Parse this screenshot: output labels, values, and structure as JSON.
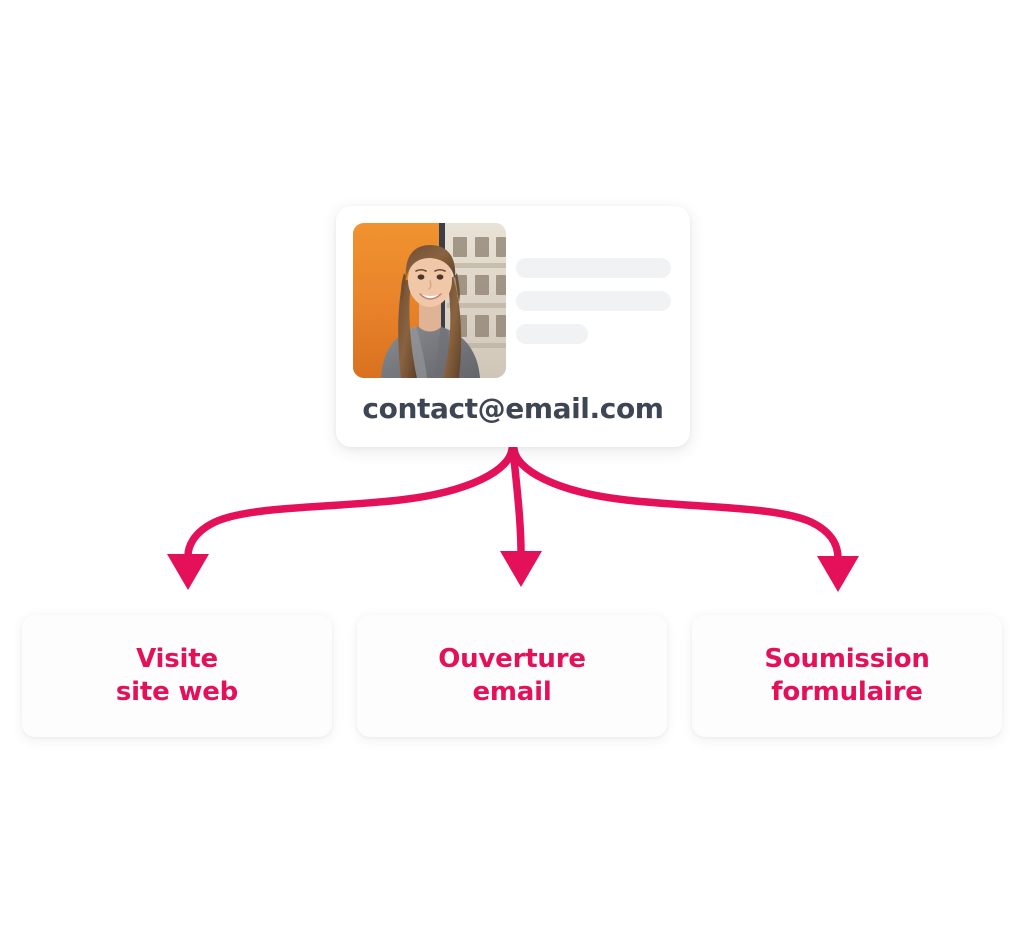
{
  "theme": {
    "accent_color": "#e4115a",
    "text_dark_color": "#3e4654",
    "placeholder_color": "#f1f2f4",
    "card_background": "#ffffff",
    "page_background": "#ffffff"
  },
  "contact_card": {
    "email": "contact@email.com",
    "avatar": {
      "alt": "portrait photo of smiling woman in grey jacket in front of orange wall",
      "icon": "avatar-photo"
    },
    "placeholder_lines": [
      {
        "width": "full"
      },
      {
        "width": "full"
      },
      {
        "width": "short"
      }
    ]
  },
  "connectors": {
    "count": 3,
    "origin_label": "contact-card",
    "arrows": [
      {
        "target": "visite-site-web",
        "direction": "left",
        "shape": "curve"
      },
      {
        "target": "ouverture-email",
        "direction": "down",
        "shape": "straight"
      },
      {
        "target": "soumission-formulaire",
        "direction": "right",
        "shape": "curve"
      }
    ]
  },
  "outcomes": [
    {
      "id": "visite-site-web",
      "line1": "Visite",
      "line2": "site web"
    },
    {
      "id": "ouverture-email",
      "line1": "Ouverture",
      "line2": "email"
    },
    {
      "id": "soumission-formulaire",
      "line1": "Soumission",
      "line2": "formulaire"
    }
  ]
}
